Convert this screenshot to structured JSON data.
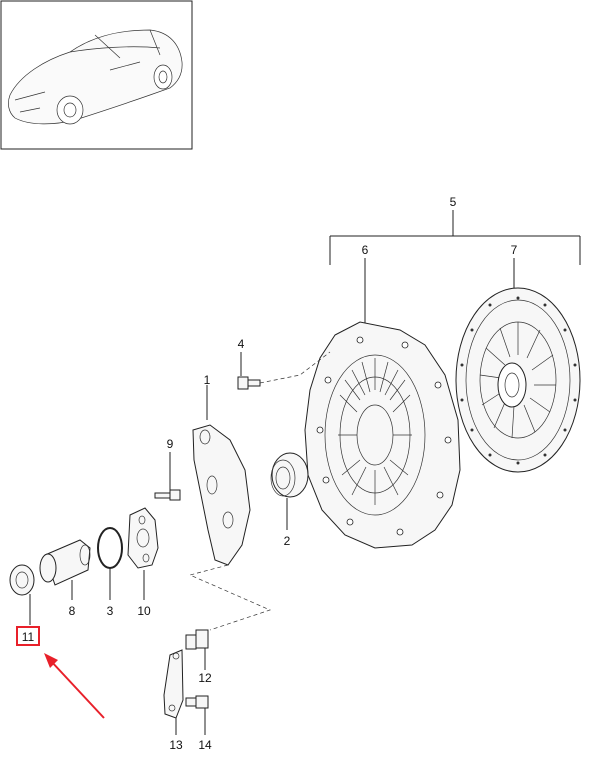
{
  "colors": {
    "highlight": "#e8202a",
    "ink": "#222222",
    "background": "#ffffff"
  },
  "icons": {
    "vehicle": "car-icon",
    "pointer": "arrow-icon"
  },
  "callouts": {
    "c1": "1",
    "c2": "2",
    "c3": "3",
    "c4": "4",
    "c5": "5",
    "c6": "6",
    "c7": "7",
    "c8": "8",
    "c9": "9",
    "c10": "10",
    "c11": "11",
    "c12": "12",
    "c13": "13",
    "c14": "14"
  },
  "highlighted_callout": "11"
}
